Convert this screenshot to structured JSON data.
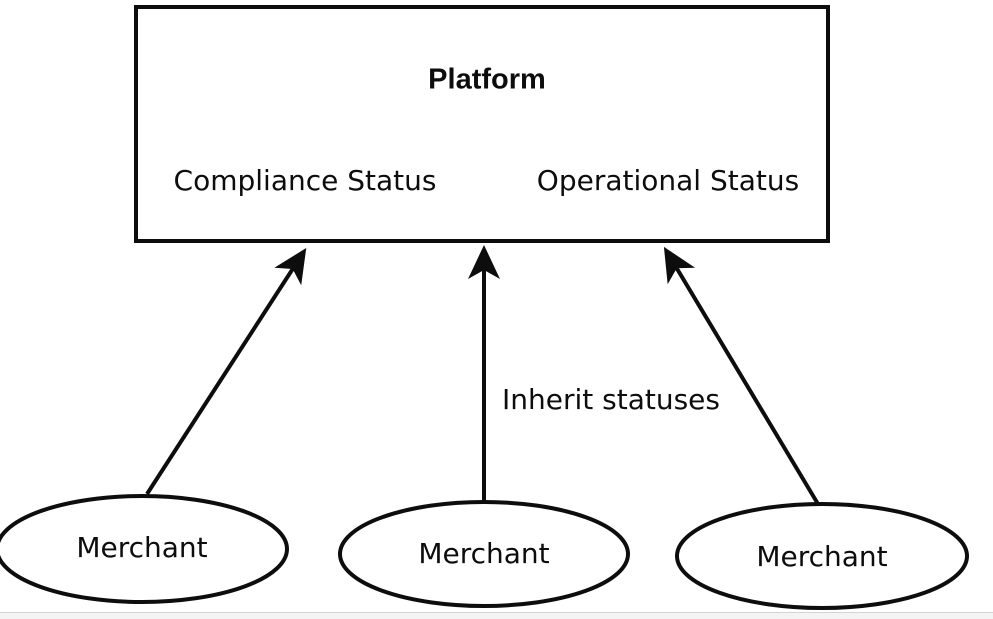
{
  "colors": {
    "ink": "#0d0d0d",
    "background": "#ffffff",
    "footer_bg": "#f4f4f4",
    "footer_border": "#d4d4d4"
  },
  "diagram": {
    "platform": {
      "title": "Platform",
      "compliance_label": "Compliance Status",
      "operational_label": "Operational Status"
    },
    "edge_label": "Inherit statuses",
    "merchants": [
      {
        "label": "Merchant"
      },
      {
        "label": "Merchant"
      },
      {
        "label": "Merchant"
      }
    ]
  }
}
